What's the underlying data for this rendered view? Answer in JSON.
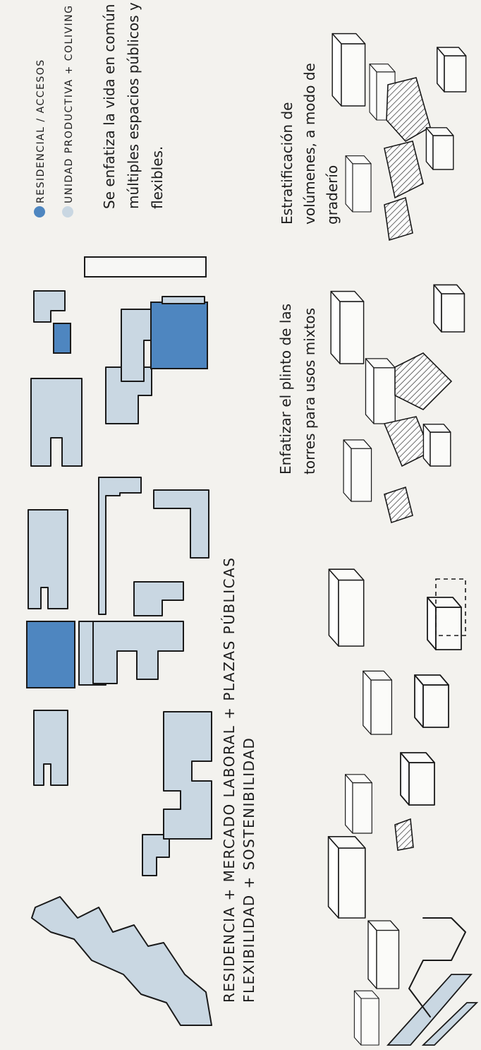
{
  "colors": {
    "paper": "#f3f2ee",
    "ink": "#1a1a1a",
    "residencial": "#4e86c0",
    "produccion": "#c9d7e2"
  },
  "headline": {
    "line1": "RESIDENCIA  +  MERCADO LABORAL  +  PLAZAS PÚBLICAS",
    "line2": "FLEXIBILIDAD  +  SOSTENIBILIDAD"
  },
  "legend": {
    "items": [
      {
        "label": "RESIDENCIAL / ACCESOS",
        "color": "#4e86c0"
      },
      {
        "label": "UNIDAD PRODUCTIVA + COLIVING",
        "color": "#c9d7e2"
      }
    ]
  },
  "notes": {
    "vida_comun": [
      "Se enfatiza la vida en común en",
      "múltiples espacios públicos y",
      "flexibles."
    ],
    "plinto": [
      "Enfatizar el plinto de las",
      "torres para usos mixtos"
    ],
    "estratificacion": [
      "Estratificación de",
      "volúmenes, a modo de",
      "graderío"
    ]
  }
}
